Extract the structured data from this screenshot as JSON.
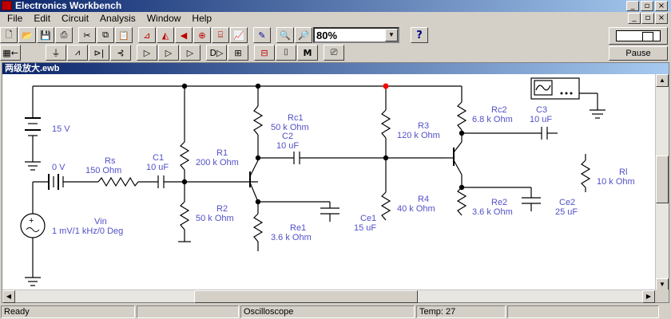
{
  "window": {
    "title": "Electronics Workbench",
    "controls": [
      "_",
      "▫",
      "×"
    ]
  },
  "menu": {
    "items": [
      "File",
      "Edit",
      "Circuit",
      "Analysis",
      "Window",
      "Help"
    ],
    "controls": [
      "_",
      "▫",
      "×"
    ]
  },
  "toolbar": {
    "zoom_value": "80%",
    "help_label": "?",
    "pause_label": "Pause"
  },
  "document": {
    "title": "两级放大.ewb"
  },
  "circuit": {
    "labels": {
      "battery": "15 V",
      "source_v": "0 V",
      "rs_name": "Rs",
      "rs_value": "150  Ohm",
      "c1_name": "C1",
      "c1_value": "10 uF",
      "r1_name": "R1",
      "r1_value": "200 k Ohm",
      "r2_name": "R2",
      "r2_value": "50 k Ohm",
      "rc1_name": "Rc1",
      "rc1_value": "50 k Ohm",
      "c2_name": "C2",
      "c2_value": "10 uF",
      "re1_name": "Re1",
      "re1_value": "3.6 k Ohm",
      "ce1_name": "Ce1",
      "ce1_value": "15 uF",
      "r3_name": "R3",
      "r3_value": "120 k Ohm",
      "r4_name": "R4",
      "r4_value": "40 k Ohm",
      "rc2_name": "Rc2",
      "rc2_value": "6.8 k Ohm",
      "c3_name": "C3",
      "c3_value": "10 uF",
      "re2_name": "Re2",
      "re2_value": "3.6 k Ohm",
      "ce2_name": "Ce2",
      "ce2_value": "25 uF",
      "rl_name": "Rl",
      "rl_value": "10 k Ohm",
      "vin_name": "Vin",
      "vin_value": "1 mV/1 kHz/0 Deg"
    }
  },
  "status": {
    "state": "Ready",
    "instrument": "Oscilloscope",
    "temp": "Temp:  27"
  },
  "colors": {
    "wire": "#000000",
    "label": "#5050c8",
    "junction_highlight": "#ff0000"
  }
}
